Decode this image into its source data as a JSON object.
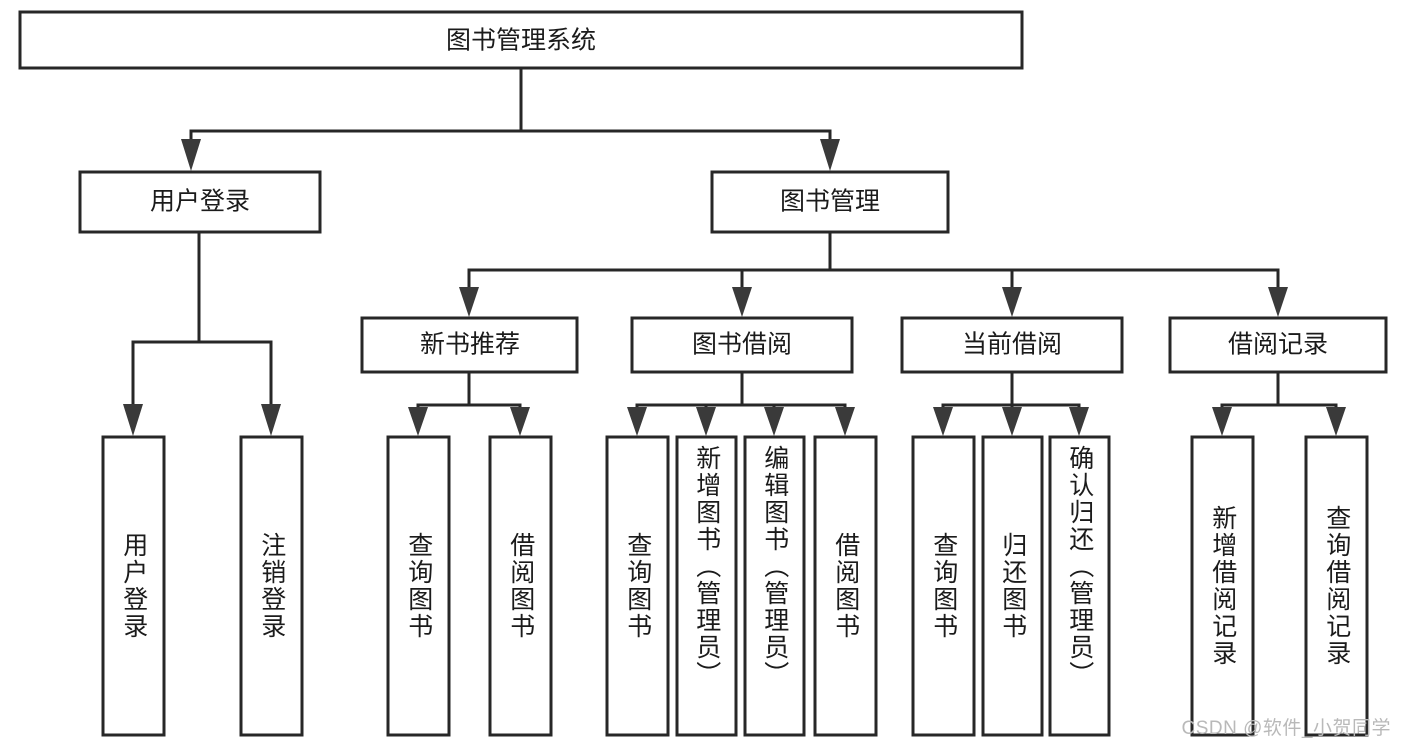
{
  "diagram": {
    "type": "tree-hierarchy",
    "title": "图书管理系统",
    "root": {
      "id": "root",
      "label": "图书管理系统",
      "orientation": "horizontal"
    },
    "level2": [
      {
        "id": "user-login",
        "label": "用户登录",
        "orientation": "horizontal"
      },
      {
        "id": "book-manage",
        "label": "图书管理",
        "orientation": "horizontal"
      }
    ],
    "level3": [
      {
        "id": "new-book-recommend",
        "label": "新书推荐",
        "orientation": "horizontal",
        "parent": "book-manage"
      },
      {
        "id": "book-borrow",
        "label": "图书借阅",
        "orientation": "horizontal",
        "parent": "book-manage"
      },
      {
        "id": "current-borrow",
        "label": "当前借阅",
        "orientation": "horizontal",
        "parent": "book-manage"
      },
      {
        "id": "borrow-record",
        "label": "借阅记录",
        "orientation": "horizontal",
        "parent": "book-manage"
      }
    ],
    "leaves": [
      {
        "id": "leaf-user-login",
        "label": "用户登录",
        "parent": "user-login",
        "orientation": "vertical"
      },
      {
        "id": "leaf-logout-login",
        "label": "注销登录",
        "parent": "user-login",
        "orientation": "vertical"
      },
      {
        "id": "leaf-query-book-1",
        "label": "查询图书",
        "parent": "new-book-recommend",
        "orientation": "vertical"
      },
      {
        "id": "leaf-borrow-book-1",
        "label": "借阅图书",
        "parent": "new-book-recommend",
        "orientation": "vertical"
      },
      {
        "id": "leaf-query-book-2",
        "label": "查询图书",
        "parent": "book-borrow",
        "orientation": "vertical"
      },
      {
        "id": "leaf-add-book",
        "label": "新增图书（管理员）",
        "parent": "book-borrow",
        "orientation": "vertical"
      },
      {
        "id": "leaf-edit-book",
        "label": "编辑图书（管理员）",
        "parent": "book-borrow",
        "orientation": "vertical"
      },
      {
        "id": "leaf-borrow-book-2",
        "label": "借阅图书",
        "parent": "book-borrow",
        "orientation": "vertical"
      },
      {
        "id": "leaf-query-book-3",
        "label": "查询图书",
        "parent": "current-borrow",
        "orientation": "vertical"
      },
      {
        "id": "leaf-return-book",
        "label": "归还图书",
        "parent": "current-borrow",
        "orientation": "vertical"
      },
      {
        "id": "leaf-confirm-return",
        "label": "确认归还（管理员）",
        "parent": "current-borrow",
        "orientation": "vertical"
      },
      {
        "id": "leaf-add-record",
        "label": "新增借阅记录",
        "parent": "borrow-record",
        "orientation": "vertical"
      },
      {
        "id": "leaf-query-record",
        "label": "查询借阅记录",
        "parent": "borrow-record",
        "orientation": "vertical"
      }
    ],
    "watermark": "CSDN @软件_小贺同学",
    "colors": {
      "background": "#ffffff",
      "box_stroke": "#272727",
      "text": "#1b1b1b",
      "arrow_fill": "#3a3a3a",
      "watermark": "#b9b9b9"
    }
  }
}
